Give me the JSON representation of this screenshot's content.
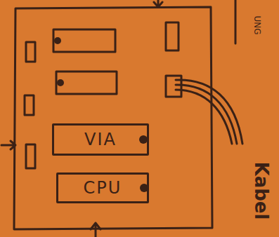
{
  "diagram": {
    "nodes": [
      {
        "text": [
          "VIA"
        ]
      },
      {
        "text": [
          "CPU"
        ]
      }
    ],
    "labels": [
      "Kabel",
      "UNG"
    ]
  }
}
